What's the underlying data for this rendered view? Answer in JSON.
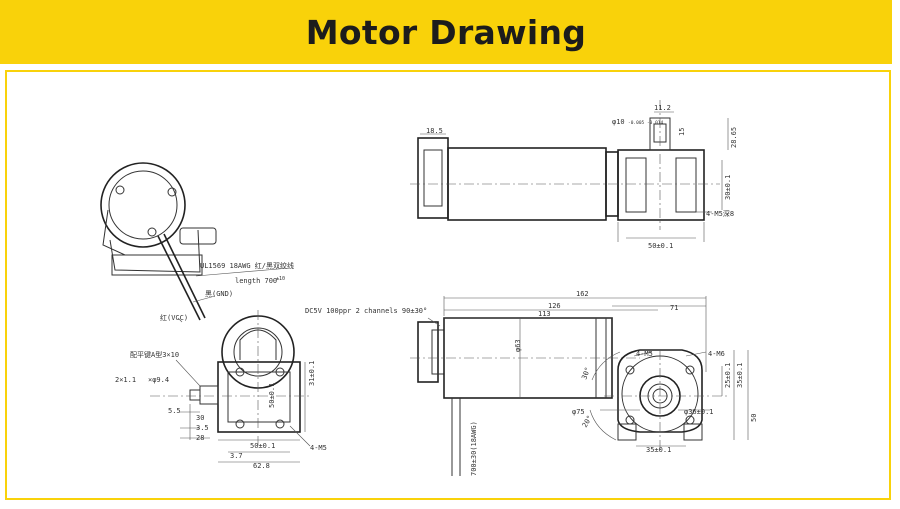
{
  "header": {
    "title": "Motor Drawing"
  },
  "labels": {
    "wire_spec": "UL1569 18AWG 红/黑双绞线",
    "wire_length": "length 700",
    "wire_length_tol": "±10",
    "wire_black": "黑(GND)",
    "wire_red": "红(VCC)",
    "key_spec": "配平键A型3×10",
    "key_dim": "2×1.1",
    "key_dim2": "×φ9.4",
    "encoder_spec": "DC5V 100ppr 2 channels 90±30°",
    "cable_spec": "700±30(18AWG)"
  },
  "dimensions": {
    "top_left_width": "18.5",
    "top_shaft_width": "11.2",
    "top_shaft_dia": "φ10",
    "top_shaft_tol": "-0.005 -0.014",
    "top_key": "15",
    "top_height": "28.65",
    "top_gear_height": "30±0.1",
    "top_mount": "4-M5深8",
    "top_gear_width": "50±0.1",
    "main_total": "162",
    "main_body": "126",
    "main_can": "113",
    "main_gear": "71",
    "main_dia": "φ63",
    "front_m5": "4-M5",
    "front_m6": "4-M6",
    "front_angle": "30°",
    "front_angle2": "20°",
    "front_pcd": "φ75",
    "front_hub": "φ36±0.1",
    "front_h1": "25±0.1",
    "front_h2": "35±0.1",
    "front_h3": "50",
    "front_bottom": "35±0.1",
    "side_height": "50±0.1",
    "side_h2": "31±0.1",
    "side_55": "5.5",
    "side_30": "30",
    "side_35": "3.5",
    "side_28": "28",
    "side_37": "3.7",
    "side_w50": "50±0.1",
    "side_w62": "62.8",
    "side_m5": "4-M5"
  }
}
